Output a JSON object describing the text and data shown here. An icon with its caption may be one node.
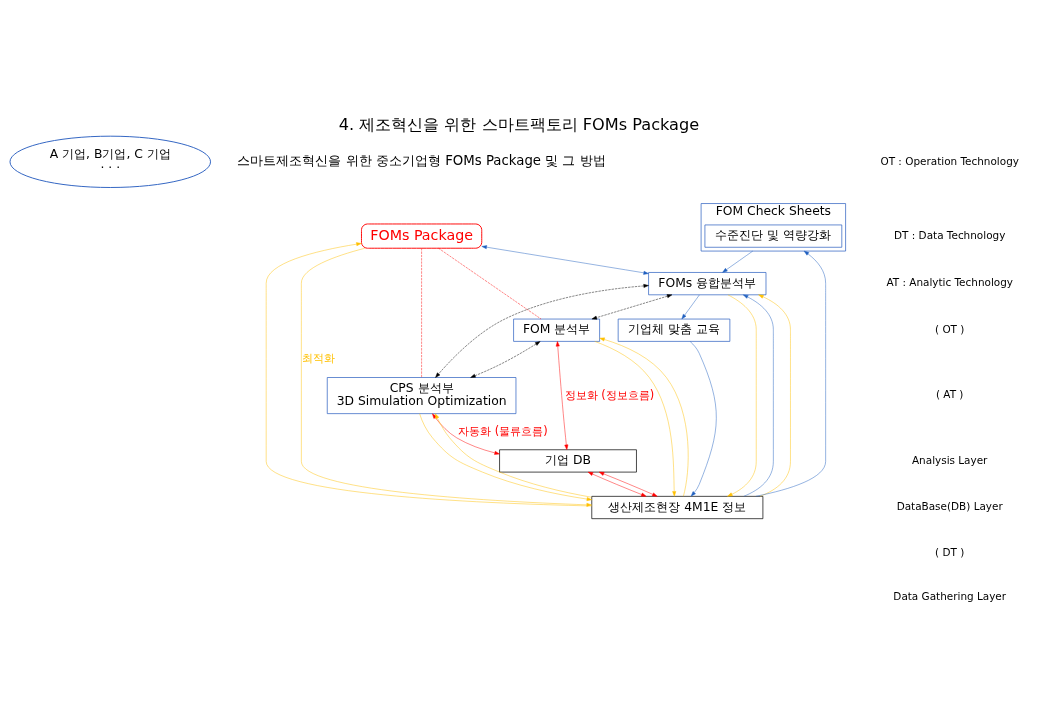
{
  "diagram": {
    "title": "4. 제조혁신을 위한 스마트팩토리 FOMs Package",
    "nodes": [
      {
        "text": [
          "A 기업, B기업, C 기업",
          "· · ·"
        ]
      },
      {
        "text": [
          "FOMs Package"
        ]
      },
      {
        "text": [
          "FOMs 융합분석부"
        ]
      },
      {
        "text": [
          "FOM 분석부"
        ]
      },
      {
        "text": [
          "CPS 분석부",
          "3D Simulation Optimization"
        ]
      },
      {
        "text": [
          "FOM Check Sheets"
        ]
      },
      {
        "text": [
          "수준진단 및 역량강화"
        ],
        "in": 5
      },
      {
        "text": [
          "기업체 맞춤 교육"
        ]
      },
      {
        "text": [
          "기업 DB"
        ]
      },
      {
        "text": [
          "생산제조현장 4M1E 정보"
        ]
      }
    ],
    "edges": [
      {
        "from": 1,
        "to": 2,
        "arrow": "both",
        "color": "#1f5fbf"
      },
      {
        "from": 2,
        "to": 3,
        "arrow": "both",
        "style": "dashed",
        "color": "#000000"
      },
      {
        "from": 3,
        "to": 4,
        "arrow": "both",
        "style": "dashed",
        "color": "#000000"
      },
      {
        "from": 2,
        "to": 4,
        "arrow": "both",
        "style": "dashed",
        "color": "#000000"
      },
      {
        "from": 1,
        "to": 3,
        "arrow": "none",
        "style": "dashed",
        "color": "#ff0000"
      },
      {
        "from": 1,
        "to": 4,
        "arrow": "none",
        "style": "dashed",
        "color": "#ff0000"
      },
      {
        "from": 3,
        "to": 8,
        "label": "정보화 (정보흐름)",
        "arrow": "both",
        "color": "#ff0000"
      },
      {
        "from": 4,
        "to": 8,
        "label": "자동화 (물류흐름)",
        "arrow": "both",
        "color": "#ff0000"
      },
      {
        "from": 8,
        "to": 9,
        "arrow": "both",
        "color": "#ff0000"
      },
      {
        "from": 8,
        "to": 9,
        "arrow": "both",
        "color": "#ff0000"
      },
      {
        "from": 2,
        "to": 7,
        "arrow": "to",
        "color": "#1f5fbf"
      },
      {
        "from": 7,
        "to": 9,
        "arrow": "to",
        "color": "#1f5fbf"
      },
      {
        "from": 9,
        "to": 2,
        "arrow": "to",
        "color": "#1f5fbf"
      },
      {
        "from": 9,
        "to": 5,
        "arrow": "to",
        "color": "#1f5fbf"
      },
      {
        "from": 5,
        "to": 2,
        "arrow": "to",
        "color": "#1f5fbf"
      },
      {
        "from": 1,
        "to": 9,
        "label": "최적화",
        "arrow": "to",
        "color": "#ffc000"
      },
      {
        "from": 9,
        "to": 1,
        "arrow": "to",
        "color": "#ffc000"
      },
      {
        "from": 2,
        "to": 9,
        "arrow": "to",
        "color": "#ffc000"
      },
      {
        "from": 9,
        "to": 2,
        "arrow": "to",
        "color": "#ffc000"
      },
      {
        "from": 3,
        "to": 9,
        "arrow": "to",
        "color": "#ffc000"
      },
      {
        "from": 9,
        "to": 3,
        "arrow": "to",
        "color": "#ffc000"
      },
      {
        "from": 4,
        "to": 9,
        "arrow": "to",
        "color": "#ffc000"
      },
      {
        "from": 9,
        "to": 4,
        "arrow": "to",
        "color": "#ffc000"
      }
    ],
    "labels": [
      "스마트제조혁신을 위한 중소기업형 FOMs Package 및 그 방법",
      "OT : Operation Technology",
      "DT : Data Technology",
      "AT : Analytic Technology",
      "( OT )",
      "( AT )",
      "Analysis Layer",
      "DataBase(DB) Layer",
      "( DT )",
      "Data Gathering Layer"
    ]
  }
}
